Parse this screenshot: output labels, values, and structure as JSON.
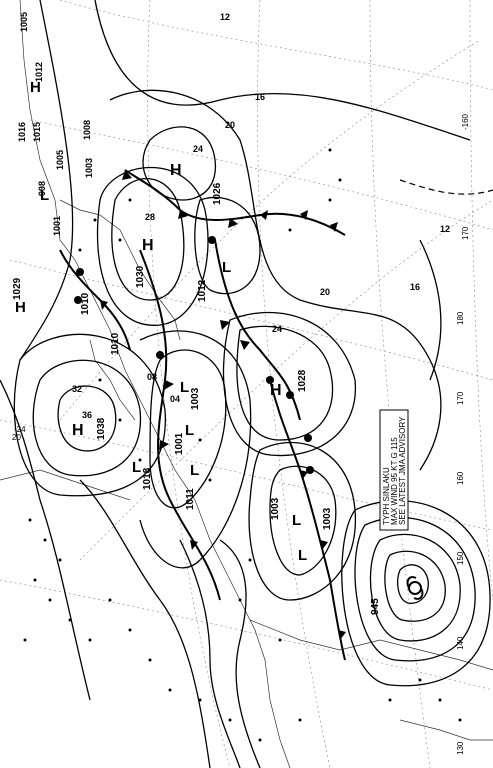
{
  "chart": {
    "title_strip": "",
    "typhoon": {
      "line1": "TYPH SINLAKU",
      "line2": "MAX WIND 95 KT G 115",
      "line3": "SEE LATEST JMA ADVISORY",
      "pressure": "945"
    },
    "pressure_centers": [
      {
        "type": "H",
        "value": "1005"
      },
      {
        "type": "H",
        "value": "1012"
      },
      {
        "type": "L",
        "value": "1016"
      },
      {
        "type": "L",
        "value": "1015"
      },
      {
        "type": "L",
        "value": "1005"
      },
      {
        "type": "L",
        "value": "1008"
      },
      {
        "type": "L",
        "value": "998"
      },
      {
        "type": "L",
        "value": "1001"
      },
      {
        "type": "L",
        "value": "1003"
      },
      {
        "type": "H",
        "value": "1026"
      },
      {
        "type": "H",
        "value": "1030"
      },
      {
        "type": "L",
        "value": "1012"
      },
      {
        "type": "H",
        "value": "1029"
      },
      {
        "type": "L",
        "value": "1010"
      },
      {
        "type": "L",
        "value": "1010"
      },
      {
        "type": "H",
        "value": "1028"
      },
      {
        "type": "L",
        "value": "1003"
      },
      {
        "type": "L",
        "value": "1001"
      },
      {
        "type": "H",
        "value": "1038"
      },
      {
        "type": "L",
        "value": "1018"
      },
      {
        "type": "L",
        "value": "1011"
      },
      {
        "type": "L",
        "value": "1003"
      },
      {
        "type": "L",
        "value": "1003"
      }
    ],
    "isotherm_labels": [
      "12",
      "16",
      "20",
      "24",
      "28",
      "32",
      "36",
      "08",
      "04",
      "12",
      "16",
      "20",
      "24"
    ],
    "longitude_labels": [
      "-160",
      "170",
      "180",
      "170",
      "160",
      "150",
      "140",
      "130"
    ],
    "latitude_labels": [
      "20",
      "-24"
    ],
    "colors": {
      "background": "#ffffff",
      "ink": "#000000",
      "grid": "#888888"
    },
    "legend_block": "",
    "station_count_label": ""
  }
}
